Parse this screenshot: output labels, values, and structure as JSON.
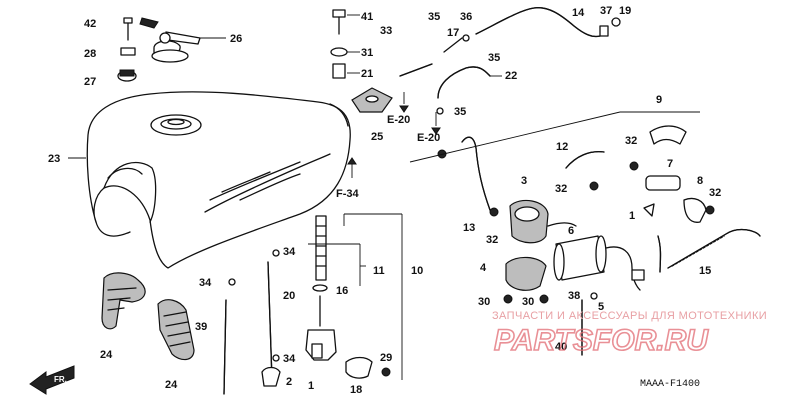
{
  "diagram": {
    "code": "MAAA-F1400",
    "front_label": "FR.",
    "refs": [
      "E-20",
      "E-20",
      "F-34"
    ],
    "callouts": [
      "42",
      "28",
      "27",
      "26",
      "41",
      "31",
      "21",
      "25",
      "33",
      "35",
      "36",
      "17",
      "35",
      "14",
      "37",
      "19",
      "22",
      "35",
      "23",
      "9",
      "12",
      "32",
      "7",
      "8",
      "32",
      "3",
      "32",
      "13",
      "32",
      "1",
      "6",
      "4",
      "15",
      "34",
      "11",
      "10",
      "20",
      "16",
      "38",
      "34",
      "30",
      "30",
      "5",
      "40",
      "39",
      "24",
      "24",
      "34",
      "2",
      "1",
      "18",
      "29"
    ]
  },
  "watermark": {
    "tagline": "ЗАПЧАСТИ И АКСЕССУАРЫ ДЛЯ МОТОТЕХНИКИ",
    "logo": "PARTSFOR.RU"
  }
}
